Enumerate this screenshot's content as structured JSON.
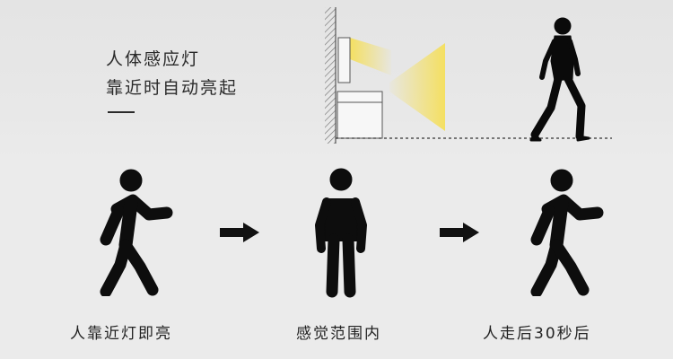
{
  "header": {
    "line1": "人体感应灯",
    "line2": "靠近时自动亮起"
  },
  "steps": [
    {
      "label": "人靠近灯即亮",
      "icon": "walking-person-icon"
    },
    {
      "label": "感觉范围内",
      "icon": "standing-person-icon"
    },
    {
      "label": "人走后30秒后",
      "icon": "walking-person-icon"
    }
  ],
  "arrows": [
    "arrow-right-icon",
    "arrow-right-icon"
  ],
  "colors": {
    "background": "#ebebeb",
    "text": "#222222",
    "figure": "#0d0d0d",
    "light_beam": "#f3e27a"
  }
}
